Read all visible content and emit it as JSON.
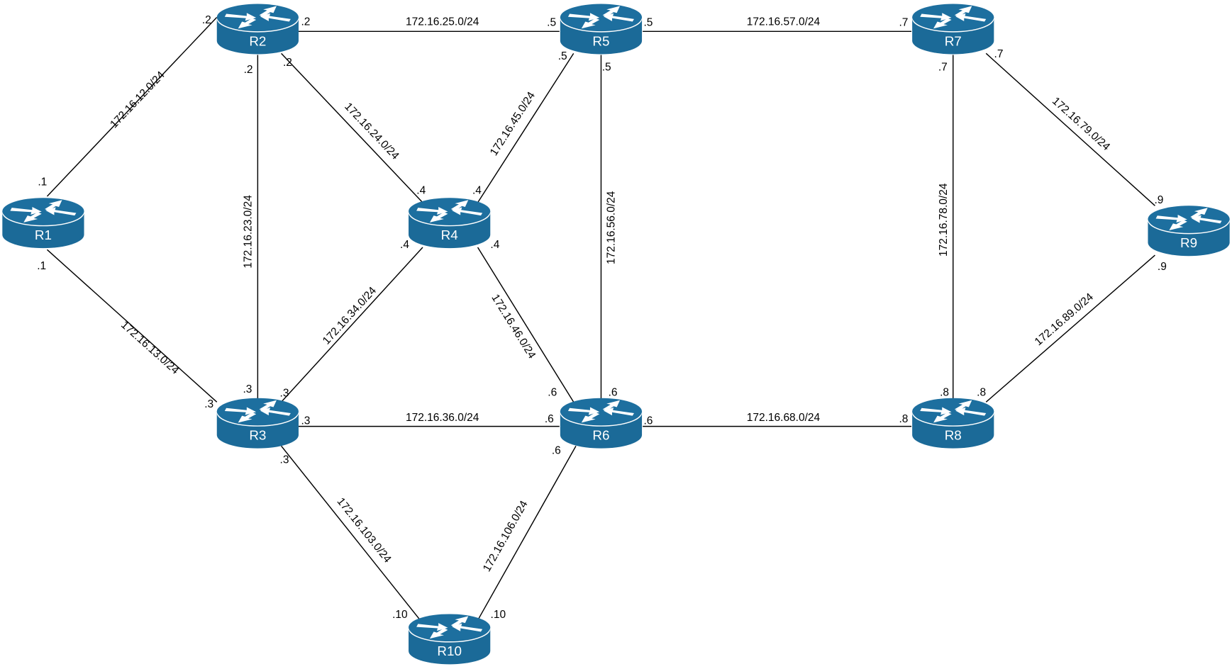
{
  "diagram": {
    "title": "",
    "router_color": "#1b6a98",
    "router_top_color": "#1d6f9f",
    "router_rim_color": "#ffffff",
    "routers": [
      {
        "id": "R1",
        "label": "R1",
        "icon": "router-icon"
      },
      {
        "id": "R2",
        "label": "R2",
        "icon": "router-icon"
      },
      {
        "id": "R3",
        "label": "R3",
        "icon": "router-icon"
      },
      {
        "id": "R4",
        "label": "R4",
        "icon": "router-icon"
      },
      {
        "id": "R5",
        "label": "R5",
        "icon": "router-icon"
      },
      {
        "id": "R6",
        "label": "R6",
        "icon": "router-icon"
      },
      {
        "id": "R7",
        "label": "R7",
        "icon": "router-icon"
      },
      {
        "id": "R8",
        "label": "R8",
        "icon": "router-icon"
      },
      {
        "id": "R9",
        "label": "R9",
        "icon": "router-icon"
      },
      {
        "id": "R10",
        "label": "R10",
        "icon": "router-icon"
      }
    ],
    "links": [
      {
        "a": "R1",
        "b": "R2",
        "subnet": "172.16.12.0/24",
        "a_ip": ".1",
        "b_ip": ".2"
      },
      {
        "a": "R1",
        "b": "R3",
        "subnet": "172.16.13.0/24",
        "a_ip": ".1",
        "b_ip": ".3"
      },
      {
        "a": "R2",
        "b": "R5",
        "subnet": "172.16.25.0/24",
        "a_ip": ".2",
        "b_ip": ".5"
      },
      {
        "a": "R2",
        "b": "R3",
        "subnet": "172.16.23.0/24",
        "a_ip": ".2",
        "b_ip": ".3"
      },
      {
        "a": "R2",
        "b": "R4",
        "subnet": "172.16.24.0/24",
        "a_ip": ".2",
        "b_ip": ".4"
      },
      {
        "a": "R4",
        "b": "R5",
        "subnet": "172.16.45.0/24",
        "a_ip": ".4",
        "b_ip": ".5"
      },
      {
        "a": "R3",
        "b": "R4",
        "subnet": "172.16.34.0/24",
        "a_ip": ".3",
        "b_ip": ".4"
      },
      {
        "a": "R4",
        "b": "R6",
        "subnet": "172.16.46.0/24",
        "a_ip": ".4",
        "b_ip": ".6"
      },
      {
        "a": "R5",
        "b": "R6",
        "subnet": "172.16.56.0/24",
        "a_ip": ".5",
        "b_ip": ".6"
      },
      {
        "a": "R5",
        "b": "R7",
        "subnet": "172.16.57.0/24",
        "a_ip": ".5",
        "b_ip": ".7"
      },
      {
        "a": "R3",
        "b": "R6",
        "subnet": "172.16.36.0/24",
        "a_ip": ".3",
        "b_ip": ".6"
      },
      {
        "a": "R3",
        "b": "R10",
        "subnet": "172.16.103.0/24",
        "a_ip": ".3",
        "b_ip": ".10"
      },
      {
        "a": "R6",
        "b": "R10",
        "subnet": "172.16.106.0/24",
        "a_ip": ".6",
        "b_ip": ".10"
      },
      {
        "a": "R6",
        "b": "R8",
        "subnet": "172.16.68.0/24",
        "a_ip": ".6",
        "b_ip": ".8"
      },
      {
        "a": "R7",
        "b": "R8",
        "subnet": "172.16.78.0/24",
        "a_ip": ".7",
        "b_ip": ".8"
      },
      {
        "a": "R7",
        "b": "R9",
        "subnet": "172.16.79.0/24",
        "a_ip": ".7",
        "b_ip": ".9"
      },
      {
        "a": "R8",
        "b": "R9",
        "subnet": "172.16.89.0/24",
        "a_ip": ".8",
        "b_ip": ".9"
      }
    ]
  }
}
